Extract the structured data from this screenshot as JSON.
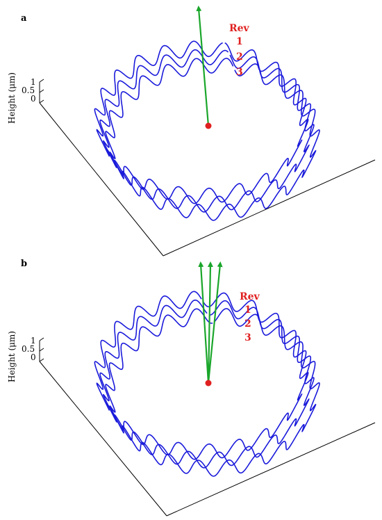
{
  "colors": {
    "wave": "#1a1adb",
    "arrow": "#1aa62a",
    "center_dot": "#e02020",
    "rev_text": "#e02020",
    "axis": "#000000"
  },
  "panels": [
    {
      "label": "a",
      "axis_title": "Height (μm)",
      "ticks": [
        "1",
        "0.5",
        "0"
      ],
      "rev_title": "Rev",
      "rev_numbers": [
        "1",
        "2",
        "3"
      ],
      "waves_per_revolution": 22,
      "revolutions": 3,
      "arrow_count": 1
    },
    {
      "label": "b",
      "axis_title": "Height (μm)",
      "ticks": [
        "1",
        "0.5",
        "0"
      ],
      "rev_title": "Rev",
      "rev_numbers": [
        "1",
        "2",
        "3"
      ],
      "waves_per_revolution": 22,
      "revolutions": 3,
      "arrow_count": 3
    }
  ]
}
